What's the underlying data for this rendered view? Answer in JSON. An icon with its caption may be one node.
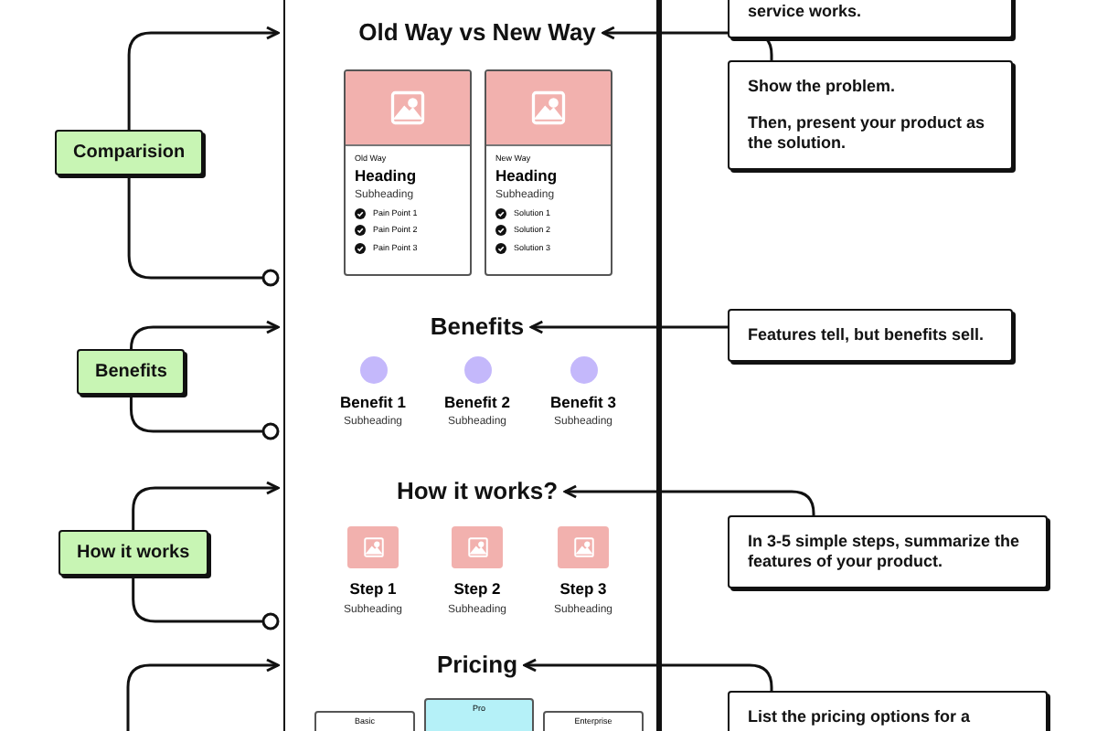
{
  "diagram": {
    "nodes": [
      {
        "text": [],
        "shape": "box"
      },
      {
        "text": [
          "Old Way vs New Way"
        ],
        "in": 0
      },
      {
        "text": [
          "Old Way",
          "Heading",
          "Subheading",
          "Pain Point 1",
          "Pain Point 2",
          "Pain Point 3"
        ],
        "in": 0
      },
      {
        "text": [
          "New Way",
          "Heading",
          "Subheading",
          "Solution 1",
          "Solution 2",
          "Solution 3"
        ],
        "in": 0
      },
      {
        "text": [
          "Benefits"
        ],
        "in": 0
      },
      {
        "text": [
          "How it works?"
        ],
        "in": 0
      },
      {
        "text": [
          "Pricing"
        ],
        "in": 0
      },
      {
        "text": [
          "Basic"
        ],
        "in": 0
      },
      {
        "text": [
          "Pro"
        ],
        "in": 0
      },
      {
        "text": [
          "Enterprise"
        ],
        "in": 0
      },
      {
        "text": [
          "service works."
        ]
      },
      {
        "text": [
          "Show the problem.",
          "Then, present your product as the solution."
        ]
      },
      {
        "text": [
          "Features tell, but benefits sell."
        ]
      },
      {
        "text": [
          "In 3-5 simple steps, summarize the features of your product."
        ]
      },
      {
        "text": [
          "List the pricing options for a"
        ]
      },
      {
        "text": [
          "Comparision"
        ]
      },
      {
        "text": [
          "Benefits"
        ]
      },
      {
        "text": [
          "How it works"
        ]
      }
    ],
    "edges": [
      {
        "from": 11,
        "to": 1,
        "arrow": "to"
      },
      {
        "from": 12,
        "to": 4,
        "arrow": "to"
      },
      {
        "from": 13,
        "to": 5,
        "arrow": "to"
      },
      {
        "from": 14,
        "to": 6,
        "arrow": "to"
      },
      {
        "from": 15,
        "to": 0,
        "arrow": "to"
      },
      {
        "from": 15,
        "to": 0,
        "arrow": "other"
      },
      {
        "from": 16,
        "to": 0,
        "arrow": "to"
      },
      {
        "from": 16,
        "to": 0,
        "arrow": "other"
      },
      {
        "from": 17,
        "to": 0,
        "arrow": "to"
      },
      {
        "from": 17,
        "to": 0,
        "arrow": "other"
      },
      {
        "from": null,
        "to": 0,
        "arrow": "to"
      }
    ],
    "labels": [
      "Benefit 1",
      "Subheading",
      "Benefit 2",
      "Subheading",
      "Benefit 3",
      "Subheading",
      "Step 1",
      "Subheading",
      "Step 2",
      "Subheading",
      "Step 3",
      "Subheading"
    ]
  }
}
